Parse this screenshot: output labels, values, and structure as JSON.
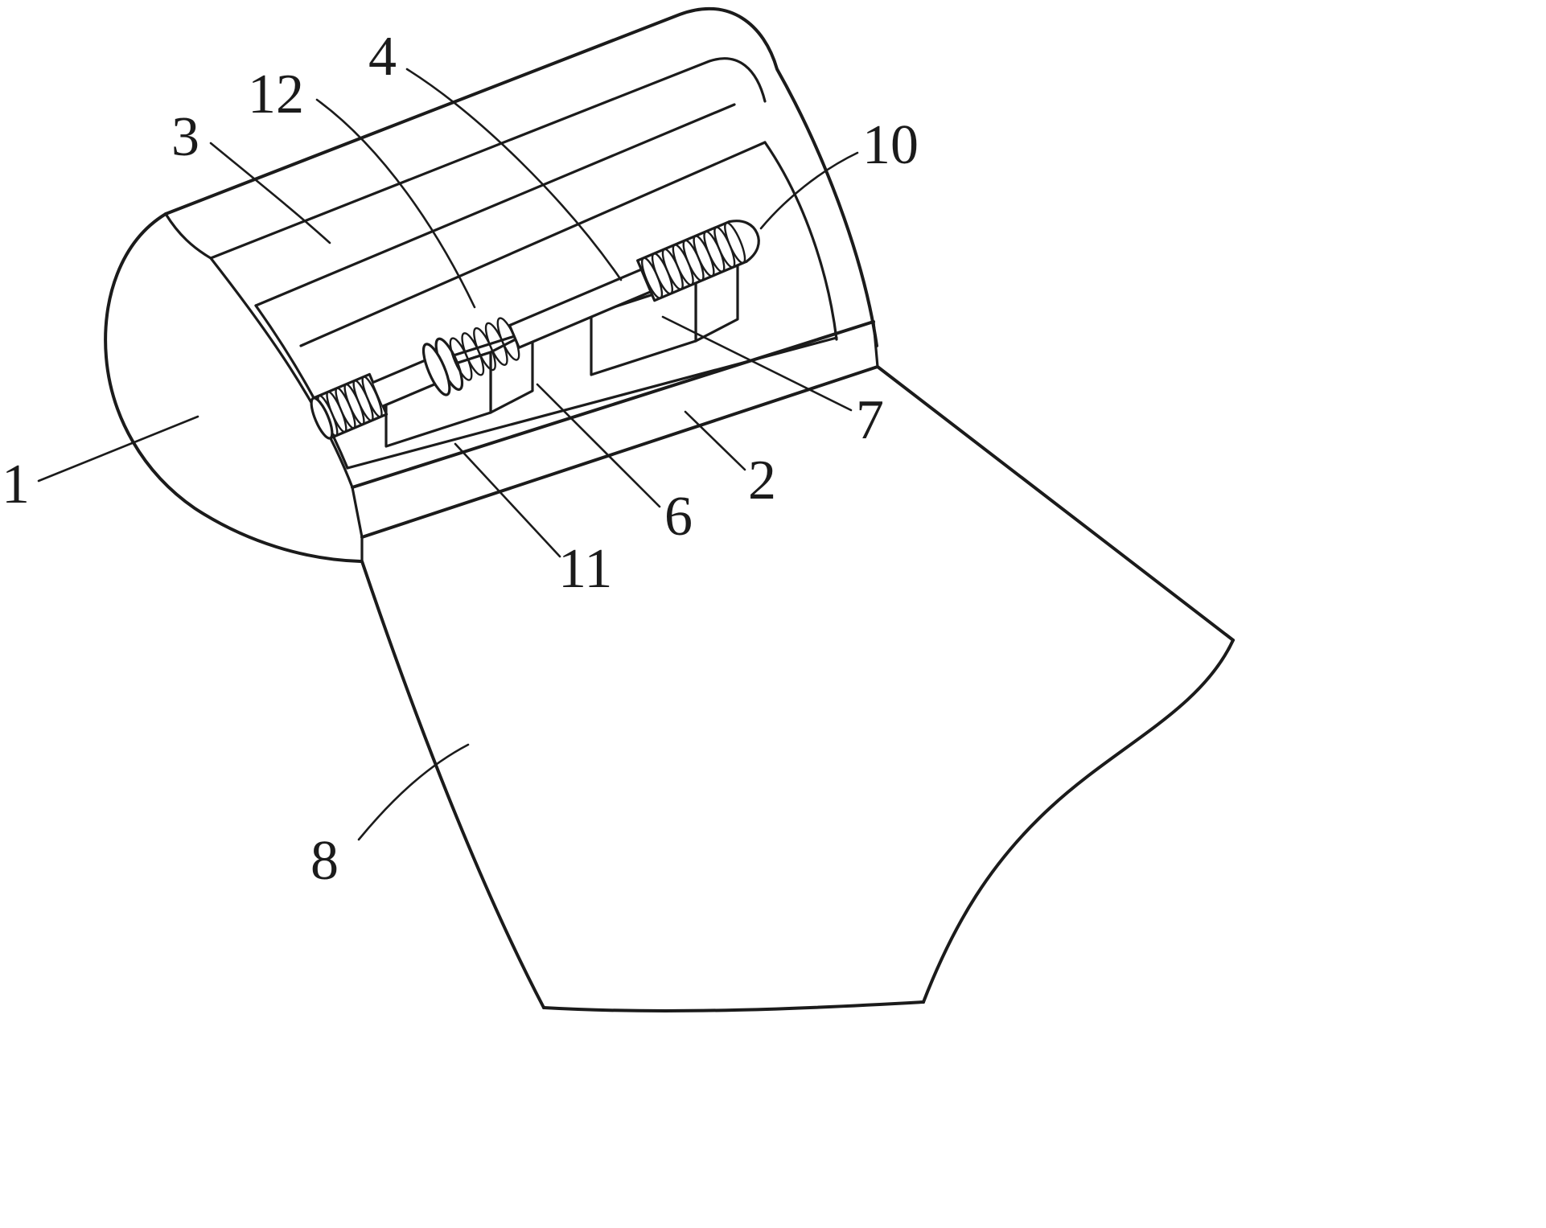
{
  "figure": {
    "type": "patent-line-drawing",
    "background": "#ffffff",
    "line_color": "#1b1b1b",
    "labels": [
      {
        "text": "1"
      },
      {
        "text": "2"
      },
      {
        "text": "3"
      },
      {
        "text": "4"
      },
      {
        "text": "6"
      },
      {
        "text": "7"
      },
      {
        "text": "8"
      },
      {
        "text": "10"
      },
      {
        "text": "11"
      },
      {
        "text": "12"
      }
    ]
  }
}
